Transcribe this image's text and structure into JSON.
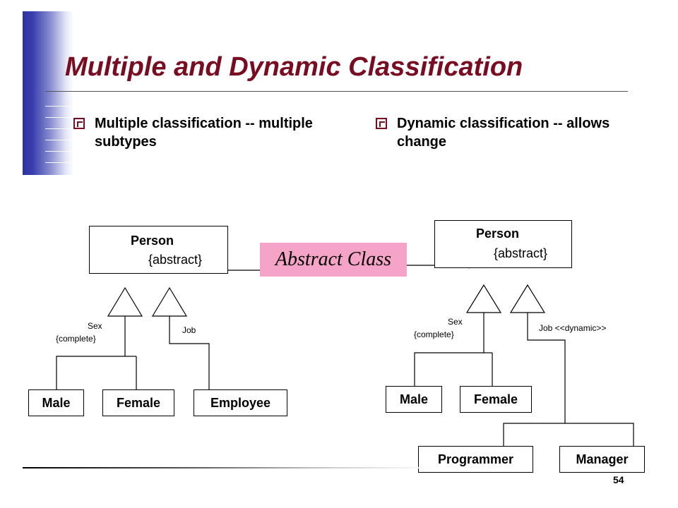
{
  "slide": {
    "title": "Multiple and Dynamic Classification",
    "page_number": "54"
  },
  "bullets": {
    "left": "Multiple classification -- multiple subtypes",
    "right": "Dynamic classification -- allows change"
  },
  "callout": {
    "label": "Abstract Class",
    "color": "#f5a3c7"
  },
  "left_diagram": {
    "root": {
      "name": "Person",
      "stereotype": "{abstract}"
    },
    "sex_label": "Sex",
    "sex_constraint": "{complete}",
    "job_label": "Job",
    "leaves": {
      "male": "Male",
      "female": "Female",
      "employee": "Employee"
    }
  },
  "right_diagram": {
    "root": {
      "name": "Person",
      "stereotype": "{abstract}"
    },
    "sex_label": "Sex",
    "sex_constraint": "{complete}",
    "job_label": "Job <<dynamic>>",
    "leaves": {
      "male": "Male",
      "female": "Female",
      "programmer": "Programmer",
      "manager": "Manager"
    }
  },
  "colors": {
    "title": "#7a0c22",
    "accent_bar": "#2f33a0"
  }
}
